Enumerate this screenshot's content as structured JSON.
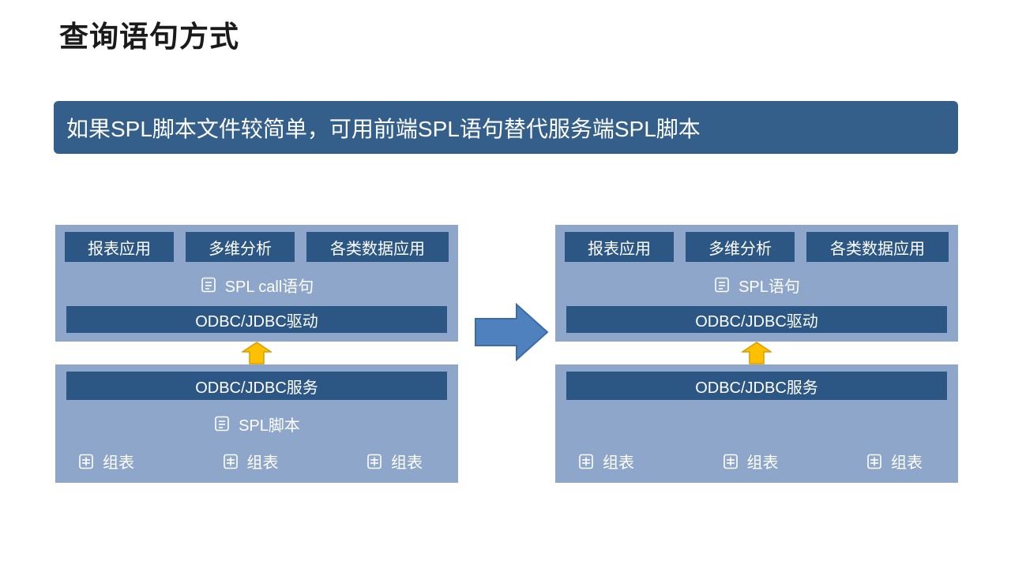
{
  "title": "查询语句方式",
  "banner": {
    "text": "如果SPL脚本文件较简单，可用前端SPL语句替代服务端SPL脚本"
  },
  "left": {
    "apps": [
      "报表应用",
      "多维分析",
      "各类数据应用"
    ],
    "statement": "SPL call语句",
    "driver": "ODBC/JDBC驱动",
    "service": "ODBC/JDBC服务",
    "script": "SPL脚本",
    "tables": [
      "组表",
      "组表",
      "组表"
    ]
  },
  "right": {
    "apps": [
      "报表应用",
      "多维分析",
      "各类数据应用"
    ],
    "statement": "SPL语句",
    "driver": "ODBC/JDBC驱动",
    "service": "ODBC/JDBC服务",
    "tables": [
      "组表",
      "组表",
      "组表"
    ]
  },
  "icons": {
    "statement": "script-icon",
    "table": "group-table-icon",
    "transform": "right-arrow-icon",
    "flow": "up-arrow-icon"
  },
  "colors": {
    "banner_bg": "#355f8b",
    "panel_bg": "#8da6c9",
    "box_bg": "#2c5784",
    "arrow_yellow": "#ffc000",
    "arrow_blue": "#4e81bd",
    "text_white": "#ffffff"
  }
}
